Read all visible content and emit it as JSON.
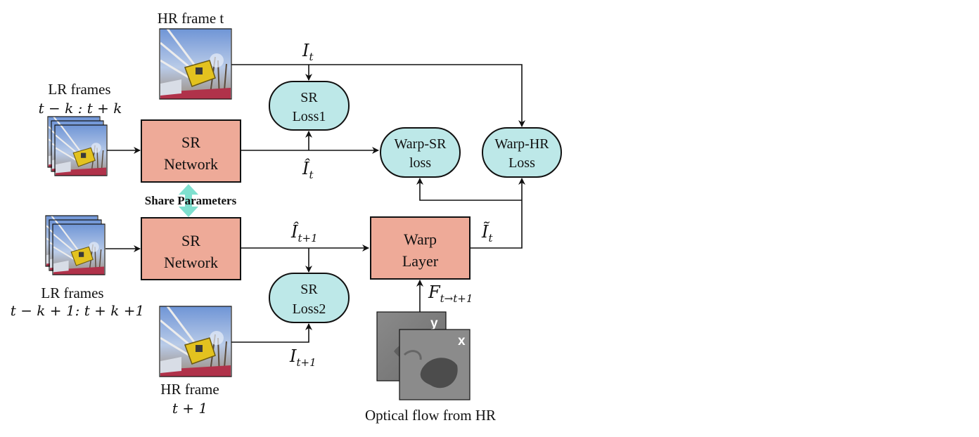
{
  "labels": {
    "hr_frame_t": "HR frame t",
    "lr_frames_top_line1": "LR frames",
    "lr_frames_top_line2": "t − k : t + k",
    "lr_frames_bottom_line1": "LR frames",
    "lr_frames_bottom_line2": "t − k + 1: t + k +1",
    "hr_frame_t1_line1": "HR frame",
    "hr_frame_t1_line2": "t + 1",
    "share_parameters": "Share Parameters",
    "optical_flow": "Optical flow from HR"
  },
  "nodes": {
    "sr_network_top": [
      "SR",
      "Network"
    ],
    "sr_network_bottom": [
      "SR",
      "Network"
    ],
    "sr_loss1": [
      "SR",
      "Loss1"
    ],
    "sr_loss2": [
      "SR",
      "Loss2"
    ],
    "warp_sr_loss": [
      "Warp-SR",
      "loss"
    ],
    "warp_hr_loss": [
      "Warp-HR",
      "Loss"
    ],
    "warp_layer": [
      "Warp",
      "Layer"
    ]
  },
  "math": {
    "i_t": {
      "base": "I",
      "sub": "t"
    },
    "i_hat_t": {
      "base": "Î",
      "sub": "t"
    },
    "i_hat_t1": {
      "base": "Î",
      "sub": "t+1"
    },
    "i_tilde_t": {
      "base": "Ĩ",
      "sub": "t"
    },
    "i_t1": {
      "base": "I",
      "sub": "t+1"
    },
    "flow": {
      "base": "F",
      "sub": "t→t+1"
    }
  },
  "flow_channels": {
    "y": "y",
    "x": "x"
  },
  "colors": {
    "network_fill": "#eeaa98",
    "loss_fill": "#bde8e8",
    "share_arrow": "#7fe0cf"
  }
}
